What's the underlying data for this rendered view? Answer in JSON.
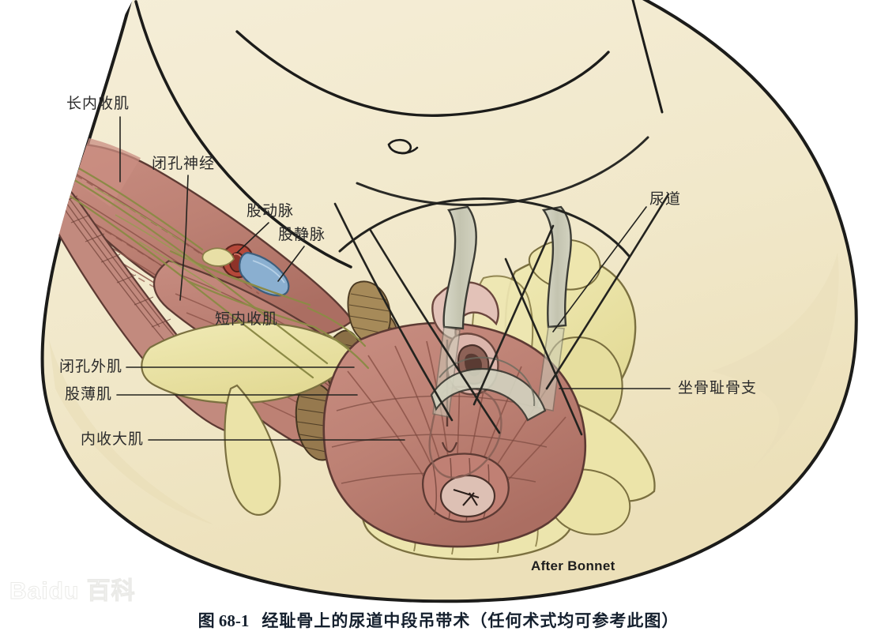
{
  "figure": {
    "title_number": "图 68-1",
    "title_text": "经耻骨上的尿道中段吊带术（任何术式均可参考此图）",
    "credit": "After Bonnet",
    "watermark": "Baidu 百科"
  },
  "labels": {
    "adductor_longus": "长内收肌",
    "obturator_nerve": "闭孔神经",
    "femoral_artery": "股动脉",
    "femoral_vein": "股静脉",
    "adductor_brevis": "短内收肌",
    "obturator_externus": "闭孔外肌",
    "gracilis": "股薄肌",
    "adductor_magnus": "内收大肌",
    "urethra": "尿道",
    "ischiopubic_ramus": "坐骨耻骨支"
  },
  "colors": {
    "background": "#ffffff",
    "paper": "#f7f3e6",
    "skin": "#f2ead0",
    "skin_shadow": "#ece0bd",
    "muscle": "#c08074",
    "muscle_dark": "#a96a60",
    "muscle_light": "#cf958a",
    "bone": "#ece5ad",
    "bone_shade": "#e0d894",
    "tendon": "#8e7a55",
    "artery": "#b5483a",
    "vein": "#7fa6c8",
    "tape": "#c6c6b4",
    "urethra_fill": "#ddb8ae",
    "outline": "#1c1c1a",
    "label_text": "#2b2b2b"
  }
}
